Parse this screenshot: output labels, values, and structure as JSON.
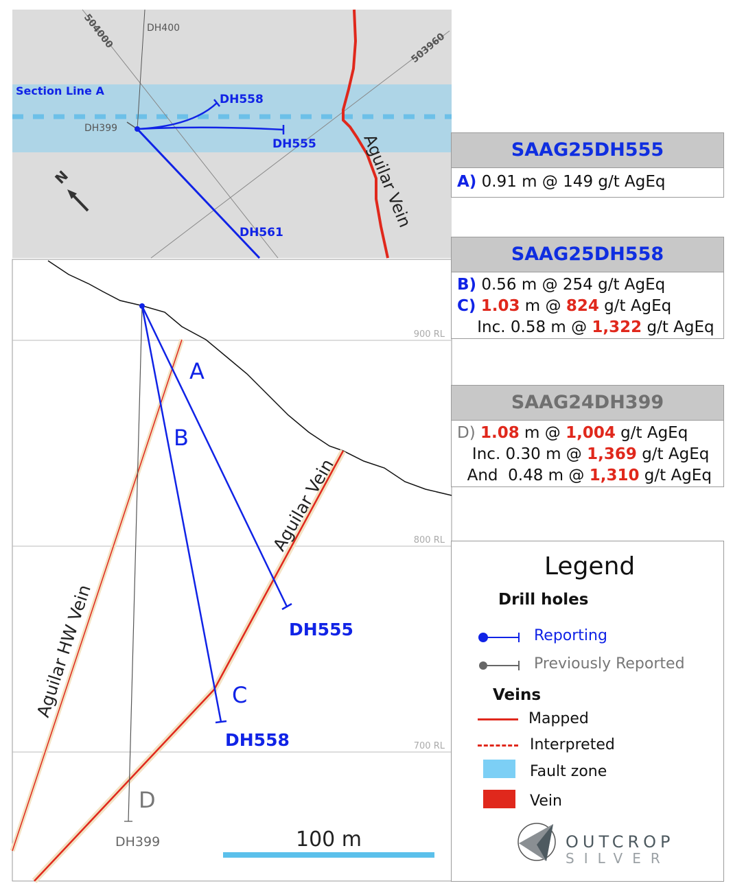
{
  "map": {
    "grid_labels": [
      "504000",
      "503960"
    ],
    "holes": {
      "dh400": "DH400",
      "dh399": "DH399",
      "dh558": "DH558",
      "dh555": "DH555",
      "dh561": "DH561"
    },
    "section_line": "Section Line A",
    "vein_label": "Aguilar Vein",
    "north": "N"
  },
  "section": {
    "rl": [
      "900 RL",
      "800 RL",
      "700 RL"
    ],
    "intercepts": [
      "A",
      "B",
      "C",
      "D"
    ],
    "holes": {
      "dh555": "DH555",
      "dh558": "DH558",
      "dh399": "DH399"
    },
    "veins": [
      "Aguilar Vein",
      "Aguilar HW Vein"
    ],
    "scale": "100 m"
  },
  "boxes": [
    {
      "title": "SAAG25DH555",
      "lines": [
        {
          "key": "A)",
          "t1": " 0.91 m @ 149 g/t AgEq"
        }
      ]
    },
    {
      "title": "SAAG25DH558",
      "lines": [
        {
          "key": "B)",
          "t1": " 0.56 m @ 254 g/t AgEq"
        },
        {
          "key": "C)",
          "r1": "1.03",
          "t2": " m @ ",
          "r2": "824",
          "t3": " g/t AgEq"
        },
        {
          "pre": "    Inc. 0.58 m @ ",
          "r2": "1,322",
          "t3": " g/t AgEq"
        }
      ]
    },
    {
      "title": "SAAG24DH399",
      "lines": [
        {
          "key": "D)",
          "r1": "1.08",
          "t2": " m @ ",
          "r2": "1,004",
          "t3": " g/t AgEq"
        },
        {
          "pre": "   Inc. 0.30 m @ ",
          "r2": "1,369",
          "t3": " g/t AgEq"
        },
        {
          "pre": "  And  0.48 m @ ",
          "r2": "1,310",
          "t3": " g/t AgEq"
        }
      ]
    }
  ],
  "legend": {
    "title": "Legend",
    "drill_holes": "Drill holes",
    "reporting": "Reporting",
    "previously": "Previously Reported",
    "veins": "Veins",
    "mapped": "Mapped",
    "interpreted": "Interpreted",
    "fault": "Fault zone",
    "vein": "Vein",
    "logo_top": "OUTCROP",
    "logo_bottom": "SILVER"
  },
  "colors": {
    "blue": "#1023e6",
    "red": "#e0281c",
    "fault": "#7ccff5",
    "gray": "#707070"
  }
}
